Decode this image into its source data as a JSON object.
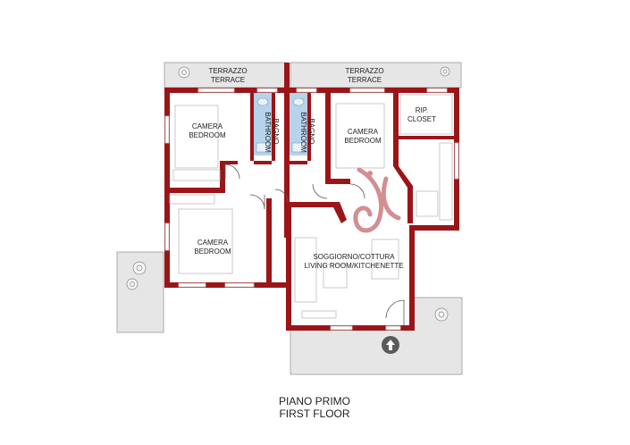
{
  "colors": {
    "wall": "#9b1518",
    "terrace": "#e6e6e6",
    "terrace_edge": "#9a9a9a",
    "bathroom": "#b7d3ec",
    "floor": "#ffffff",
    "fixture": "#c9c9c9",
    "compass": "#5a5a5a",
    "watermark": "#c97c80"
  },
  "rooms": {
    "terrace_left": {
      "label_it": "TERRAZZO",
      "label_en": "TERRACE"
    },
    "terrace_right": {
      "label_it": "TERRAZZO",
      "label_en": "TERRACE"
    },
    "bedroom_top_left": {
      "label_it": "CAMERA",
      "label_en": "BEDROOM"
    },
    "bathroom_1": {
      "label_it": "BAGNO",
      "label_en": "BATHROOM"
    },
    "bathroom_2": {
      "label_it": "BAGNO",
      "label_en": "BATHROOM"
    },
    "bedroom_top_right": {
      "label_it": "CAMERA",
      "label_en": "BEDROOM"
    },
    "closet": {
      "label_it": "RIP.",
      "label_en": "CLOSET"
    },
    "bedroom_bottom": {
      "label_it": "CAMERA",
      "label_en": "BEDROOM"
    },
    "living": {
      "label_it": "SOGGIORNO/COTTURA",
      "label_en": "LIVING ROOM/KITCHENETTE"
    }
  },
  "caption": {
    "line1": "PIANO PRIMO",
    "line2": "FIRST FLOOR"
  },
  "icons": {
    "compass": "north-arrow-icon",
    "watermark": "logo-watermark-icon",
    "plants": "plant-icon"
  }
}
